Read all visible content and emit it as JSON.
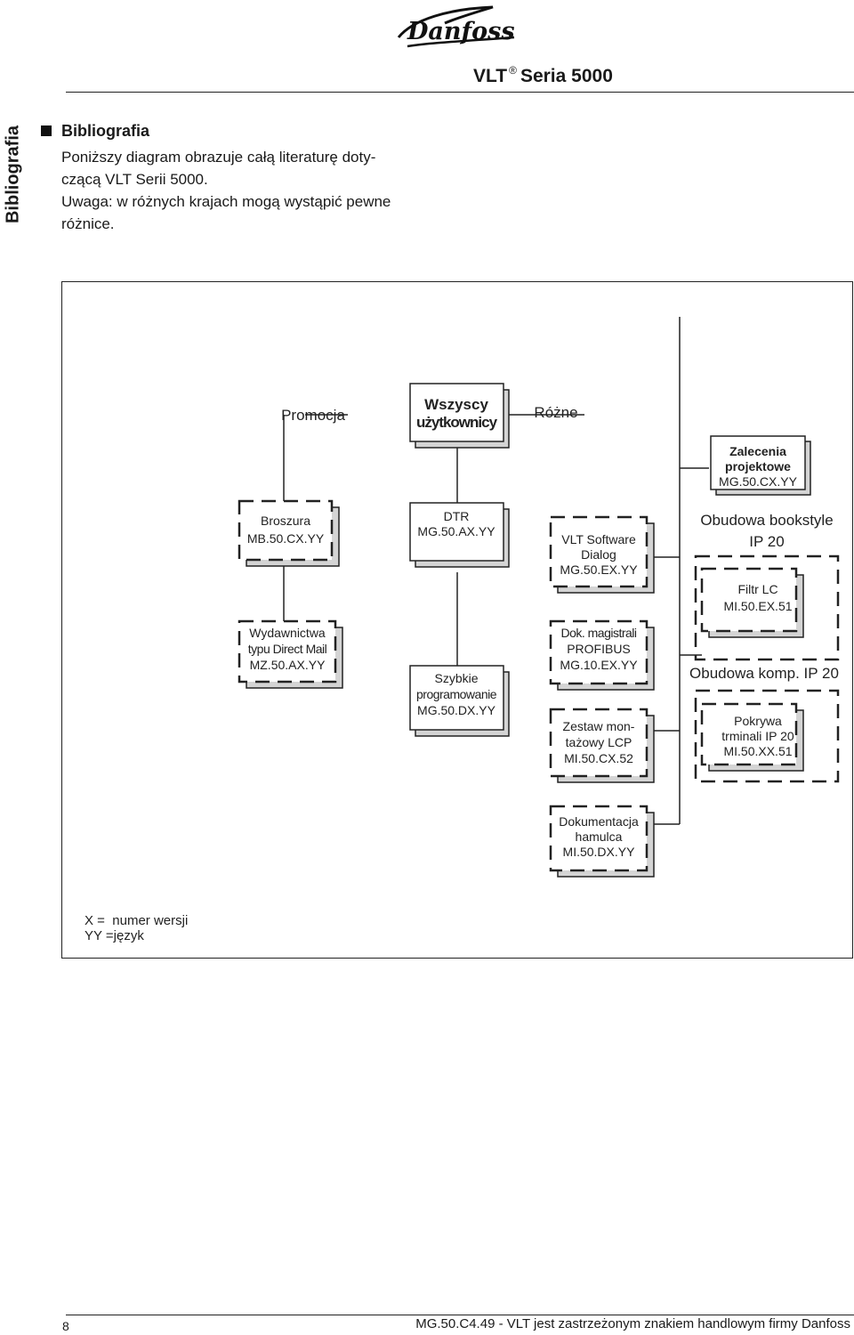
{
  "header": {
    "brand": "Danfoss",
    "series": "VLT",
    "series_reg": "®",
    "series_rest": "Seria 5000"
  },
  "side_tab": "Bibliografia",
  "section": {
    "title": "Bibliografia",
    "paragraph": [
      "Poniższy diagram obrazuje całą literaturę doty-",
      "czącą VLT Serii 5000.",
      "Uwaga: w różnych krajach mogą wystąpić pewne",
      "różnice."
    ]
  },
  "diagram": {
    "top_labels": {
      "left": "Promocja",
      "center": [
        "Wszyscy",
        "użytkownicy"
      ],
      "right": "Różne"
    },
    "boxes": {
      "zalecenia": [
        "Zalecenia",
        "projektowe",
        "MG.50.CX.YY"
      ],
      "broszura": [
        "Broszura",
        "MB.50.CX.YY"
      ],
      "dtr": [
        "DTR",
        "MG.50.AX.YY"
      ],
      "vlt_software": [
        "VLT Software",
        "Dialog",
        "MG.50.EX.YY"
      ],
      "wydawnictwa": [
        "Wydawnictwa",
        "typu Direct Mail",
        "MZ.50.AX.YY"
      ],
      "szybkie": [
        "Szybkie",
        "programowanie",
        "MG.50.DX.YY"
      ],
      "profibus": [
        "Dok. magistrali",
        "PROFIBUS",
        "MG.10.EX.YY"
      ],
      "zestaw": [
        "Zestaw mon-",
        "tażowy LCP",
        "MI.50.CX.52"
      ],
      "dokumentacja": [
        "Dokumentacja",
        "hamulca",
        "MI.50.DX.YY"
      ],
      "filtr": [
        "Filtr LC",
        "MI.50.EX.51"
      ],
      "pokrywa": [
        "Pokrywa",
        "trminali IP 20",
        "MI.50.XX.51"
      ]
    },
    "group_labels": {
      "bookstyle": [
        "Obudowa bookstyle",
        "IP 20"
      ],
      "komp": "Obudowa komp. IP 20"
    },
    "legend": [
      "X =  numer wersji",
      "YY =język"
    ]
  },
  "footer": {
    "page_number": "8",
    "text": "MG.50.C4.49 - VLT jest zastrzeżonym znakiem handlowym firmy Danfoss"
  }
}
